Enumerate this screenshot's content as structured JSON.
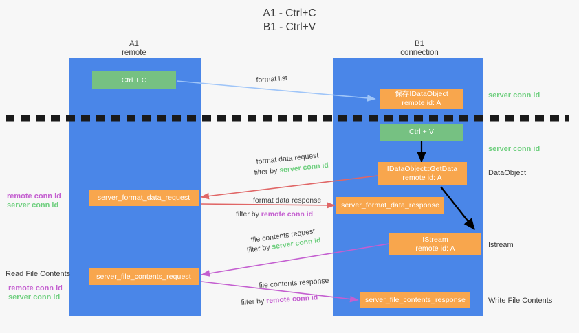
{
  "title": "A1 - Ctrl+C\nB1 - Ctrl+V",
  "columns": [
    {
      "name": "A1",
      "sub": "remote"
    },
    {
      "name": "B1",
      "sub": "connection"
    }
  ],
  "nodes": {
    "ctrl_c": {
      "line1": "Ctrl + C",
      "line2": ""
    },
    "ctrl_v": {
      "line1": "Ctrl + V",
      "line2": ""
    },
    "save_idataobject": {
      "line1": "保存IDataObject",
      "line2": "remote id: A"
    },
    "getdata": {
      "line1": "IDataObject::GetData",
      "line2": "remote id: A"
    },
    "istream": {
      "line1": "IStream",
      "line2": "remote id: A"
    },
    "server_format_data_request": {
      "line1": "server_format_data_request",
      "line2": ""
    },
    "server_format_data_response": {
      "line1": "server_format_data_response",
      "line2": ""
    },
    "server_file_contents_request": {
      "line1": "server_file_contents_request",
      "line2": ""
    },
    "server_file_contents_response": {
      "line1": "server_file_contents_response",
      "line2": ""
    }
  },
  "edges": {
    "format_list": "format list",
    "format_data_request": {
      "line1": "format data request",
      "filter_prefix": "filter by ",
      "filter_key": "server conn id"
    },
    "format_data_response": {
      "line1": "format data response",
      "filter_prefix": "filter by ",
      "filter_key": "remote conn id"
    },
    "file_contents_request": {
      "line1": "file contents request",
      "filter_prefix": "filter by ",
      "filter_key": "server conn id"
    },
    "file_contents_response": {
      "line1": "file contents response",
      "filter_prefix": "filter by ",
      "filter_key": "remote conn id"
    }
  },
  "side_labels": {
    "right_server_conn_id_top": "server conn id",
    "right_server_conn_id_mid": "server conn id",
    "right_dataobject": "DataObject",
    "right_istream": "Istream",
    "right_write_file_contents": "Write File Contents",
    "left_remote_conn_id_1": "remote conn id",
    "left_server_conn_id_1": "server conn id",
    "left_read_file_contents": "Read File Contents",
    "left_remote_conn_id_2": "remote conn id",
    "left_server_conn_id_2": "server conn id"
  },
  "colors": {
    "lane": "#4a86e8",
    "node_orange": "#f8a64d",
    "node_green": "#76c182",
    "green_text": "#6fcf7f",
    "purple_text": "#c45fd0",
    "arrow_blue": "#9fc5f8",
    "arrow_red": "#e06666",
    "arrow_magenta": "#c45fd0",
    "arrow_black": "#000000",
    "background": "#f7f7f7"
  }
}
